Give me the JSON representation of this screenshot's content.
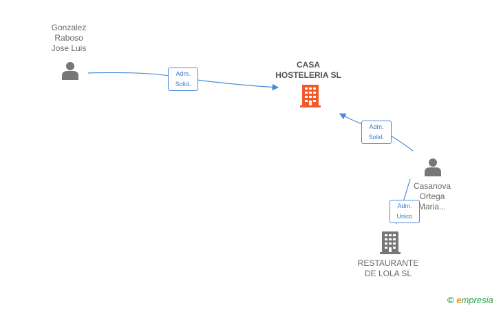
{
  "nodes": {
    "person_1": {
      "lines": [
        "Gonzalez",
        "Raboso",
        "Jose Luis"
      ]
    },
    "company_main": {
      "lines": [
        "CASA",
        "HOSTELERIA SL"
      ]
    },
    "person_2": {
      "lines": [
        "Casanova",
        "Ortega",
        "Maria..."
      ]
    },
    "company_2": {
      "lines": [
        "RESTAURANTE",
        "DE LOLA SL"
      ]
    }
  },
  "edges": {
    "edge_1": {
      "lines": [
        "Adm.",
        "Solid."
      ]
    },
    "edge_2": {
      "lines": [
        "Adm.",
        "Solid."
      ]
    },
    "edge_3": {
      "lines": [
        "Adm.",
        "Unico"
      ]
    }
  },
  "footer": {
    "copyright": "©",
    "brand_first": "e",
    "brand_rest": "mpresia"
  },
  "colors": {
    "edge": "#4a8bd8",
    "main_company": "#f05a28",
    "company": "#777777",
    "person": "#777777"
  }
}
